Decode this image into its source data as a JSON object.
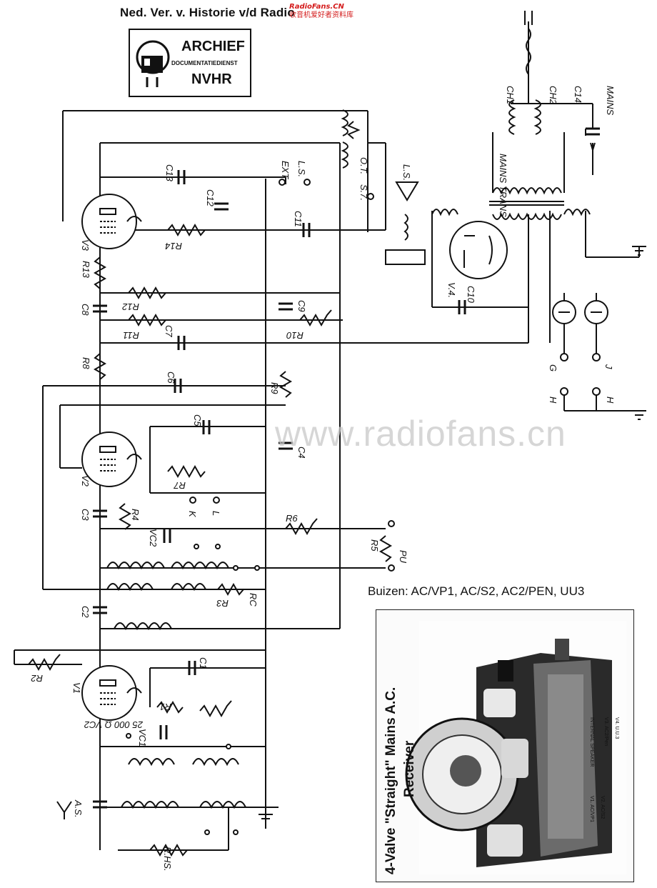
{
  "header": {
    "title": "Ned. Ver. v. Historie v/d Radio",
    "watermark_site": "RadioFans.CN",
    "watermark_tagline": "收音机爱好者资料库"
  },
  "stamp": {
    "line1": "ARCHIEF",
    "line2": "DOCUMENTATIEDIENST",
    "line3": "NVHR"
  },
  "background_watermark": "www.radiofans.cn",
  "valves_line": "Buizen: AC/VP1, AC/S2, AC2/PEN, UU3",
  "photo": {
    "caption_main": "4-Valve \"Straight\" Mains A.C.",
    "caption_sub": "Receiver"
  },
  "schematic": {
    "valves": [
      "V1",
      "V2",
      "V3",
      "V.4."
    ],
    "capacitors": [
      "C1",
      "C2",
      "C3",
      "C4",
      "C5",
      "C6",
      "C7",
      "C8",
      "C9",
      "C10",
      "C11",
      "C12",
      "C13",
      "C14"
    ],
    "resistors": [
      "R1",
      "R2",
      "R3",
      "R4",
      "R5",
      "R6",
      "R7",
      "R8",
      "R9",
      "R10",
      "R11",
      "R12",
      "R13",
      "R14",
      "R.HS."
    ],
    "other_labels": [
      "VC1",
      "VC2",
      "RC",
      "CH1",
      "CH2",
      "MAINS TRANS",
      "MAINS",
      "EXT",
      "L.S.",
      "O.T.",
      "S.7.",
      "PU",
      "G",
      "H",
      "J",
      "K",
      "L",
      "A.S.",
      "25 000 Ω VC2"
    ],
    "tube_count": 4,
    "pilot_lamps": 2
  },
  "colors": {
    "ink": "#111111",
    "watermark_red": "#d41c1c",
    "watermark_grey": "#c9c9c9"
  }
}
